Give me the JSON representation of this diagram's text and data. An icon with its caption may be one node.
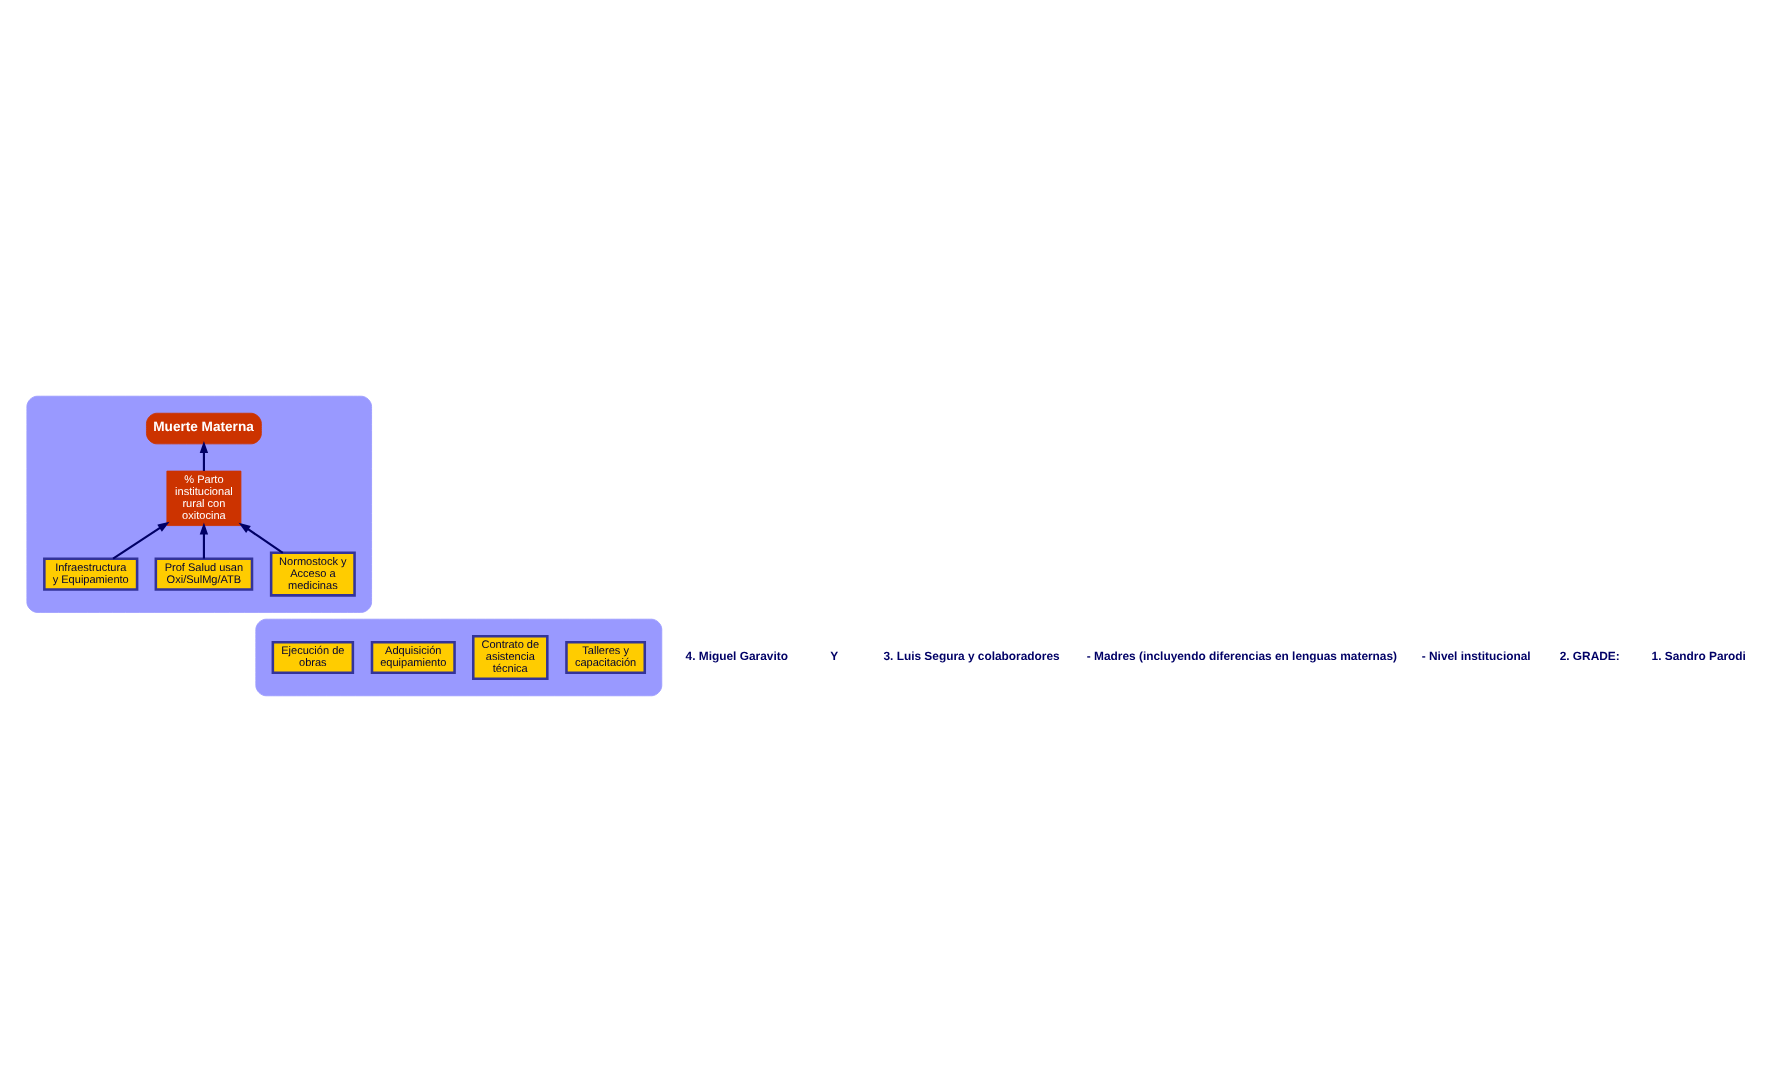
{
  "diagram": {
    "nodes": [
      {
        "text": [],
        "shape": "box"
      },
      {
        "text": [
          "Muerte Materna"
        ],
        "in": 0
      },
      {
        "text": [
          "% Parto institucional rural con oxitocina"
        ],
        "in": 0
      },
      {
        "text": [
          "Infraestructura y Equipamiento"
        ],
        "in": 0
      },
      {
        "text": [
          "Prof Salud usan Oxi/SulMg/ATB"
        ],
        "in": 0
      },
      {
        "text": [
          "Normostock y Acceso a medicinas"
        ],
        "in": 0
      },
      {
        "text": [],
        "shape": "box"
      },
      {
        "text": [
          "Ejecución de obras"
        ],
        "in": 6
      },
      {
        "text": [
          "Adquisición equipamiento"
        ],
        "in": 6
      },
      {
        "text": [
          "Contrato de asistencia técnica"
        ],
        "in": 6
      },
      {
        "text": [
          "Talleres y capacitación"
        ],
        "in": 6
      }
    ],
    "edges": [
      {
        "from": 2,
        "to": 1,
        "arrow": "to"
      },
      {
        "from": 3,
        "to": 2,
        "arrow": "to"
      },
      {
        "from": 4,
        "to": 2,
        "arrow": "to"
      },
      {
        "from": 5,
        "to": 2,
        "arrow": "to"
      }
    ],
    "labels": [
      "1. Sandro Parodi",
      "2. GRADE:",
      "- Nivel institucional",
      "- Madres (incluyendo diferencias en lenguas maternas)",
      "3. Luis Segura y colaboradores",
      "Y",
      "4. Miguel Garavito"
    ]
  }
}
